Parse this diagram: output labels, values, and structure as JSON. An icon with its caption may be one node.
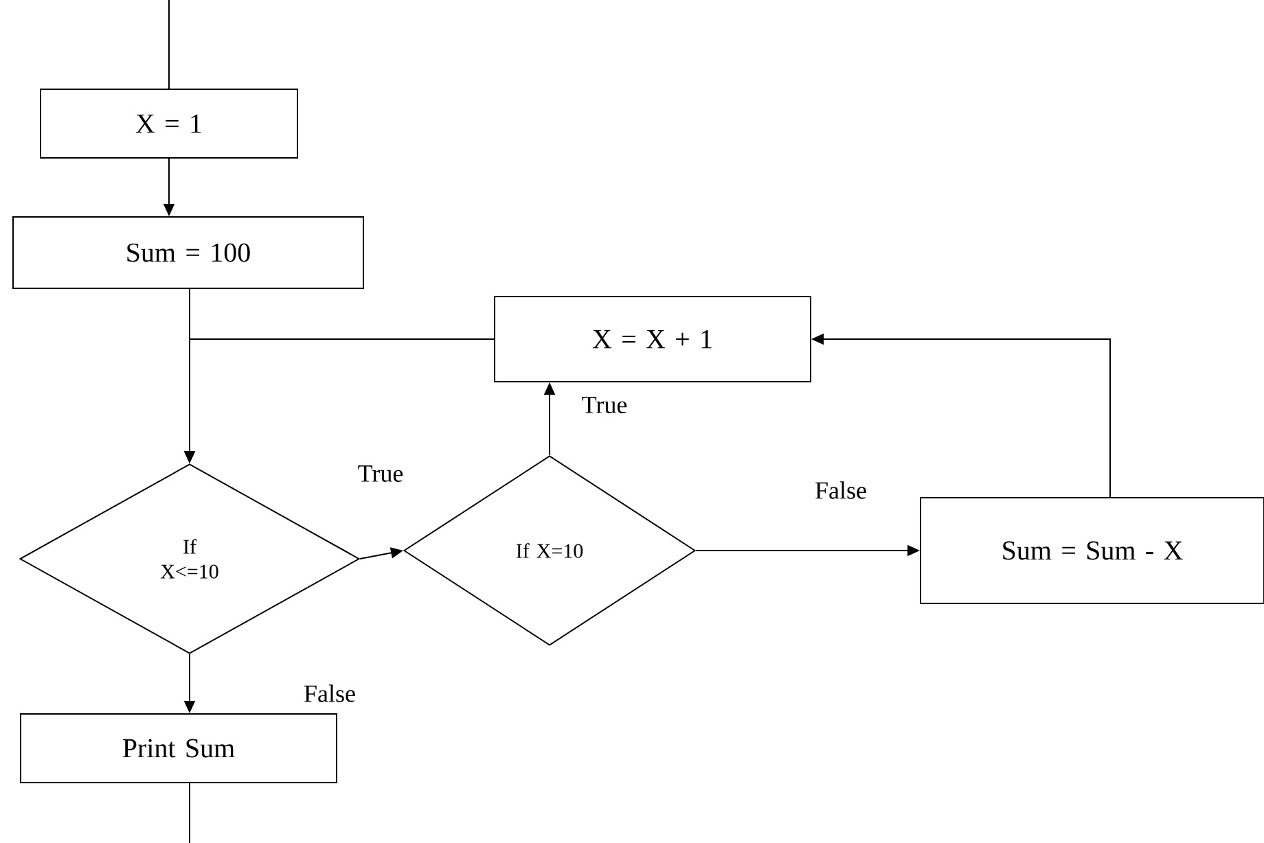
{
  "diagram": {
    "nodes": [
      {
        "text": [
          "X = 1"
        ]
      },
      {
        "text": [
          "Sum = 100"
        ]
      },
      {
        "text": [
          "X = X + 1"
        ]
      },
      {
        "text": [
          "If X<=10"
        ]
      },
      {
        "text": [
          "If X=10"
        ]
      },
      {
        "text": [
          "Sum = Sum - X"
        ]
      },
      {
        "text": [
          "Print Sum"
        ]
      }
    ],
    "edges": [
      {
        "from": null,
        "to": 0,
        "arrow": "none"
      },
      {
        "from": 0,
        "to": 1,
        "arrow": "to"
      },
      {
        "from": 1,
        "to": 3,
        "arrow": "to"
      },
      {
        "from": 2,
        "to": 3,
        "arrow": "to"
      },
      {
        "from": 3,
        "to": 4,
        "arrow": "to",
        "label": "True"
      },
      {
        "from": 4,
        "to": 2,
        "arrow": "to",
        "label": "True"
      },
      {
        "from": 4,
        "to": 5,
        "arrow": "to",
        "label": "False"
      },
      {
        "from": 5,
        "to": 2,
        "arrow": "to"
      },
      {
        "from": 3,
        "to": 6,
        "arrow": "to",
        "label": "False"
      },
      {
        "from": 6,
        "to": null,
        "arrow": "none"
      }
    ]
  }
}
